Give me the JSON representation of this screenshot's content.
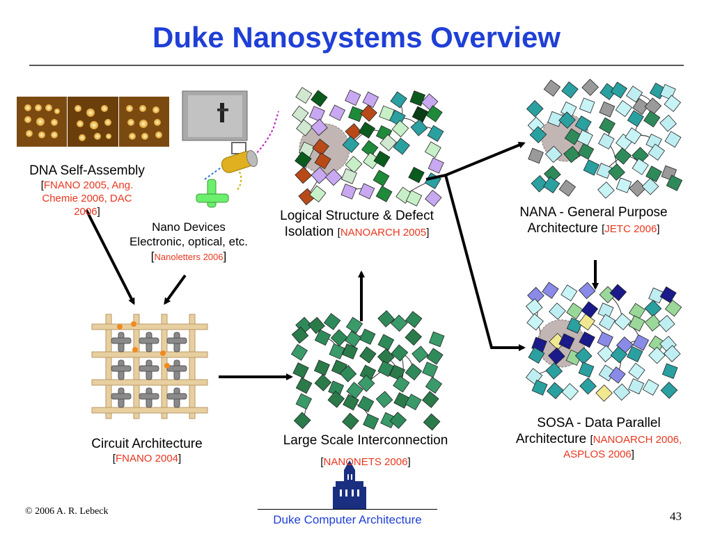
{
  "slide": {
    "title": "Duke Nanosystems Overview",
    "page_number": "43",
    "copyright": "© 2006 A. R. Lebeck",
    "footer": "Duke Computer Architecture"
  },
  "nodes": {
    "dna": {
      "label": "DNA Self-Assembly",
      "ref_open": "[",
      "ref": "FNANO 2005, Ang. Chemie 2006, DAC 2006",
      "ref_close": "]"
    },
    "nano_devices": {
      "line1": "Nano Devices",
      "line2": "Electronic, optical, etc.",
      "ref_open": "[",
      "ref": "Nanoletters 2006",
      "ref_close": "]"
    },
    "circuit": {
      "label": "Circuit Architecture",
      "ref_open": "[",
      "ref": "FNANO 2004",
      "ref_close": "]"
    },
    "logical": {
      "line1": "Logical Structure & Defect",
      "line2": "Isolation",
      "ref_open": "[",
      "ref": "NANOARCH 2005",
      "ref_close": "]"
    },
    "interconnect": {
      "label": "Large Scale Interconnection",
      "ref_open": "[",
      "ref": "NANONETS 2006",
      "ref_close": "]"
    },
    "nana": {
      "line1": "NANA - General Purpose",
      "line2": "Architecture",
      "ref_open": "[",
      "ref": "JETC 2006",
      "ref_close": "]"
    },
    "sosa": {
      "line1": "SOSA - Data Parallel",
      "line2": "Architecture",
      "ref_open": "[",
      "ref": "NANOARCH 2006,",
      "ref2": "ASPLOS 2006",
      "ref_close": "]"
    }
  },
  "colors": {
    "title": "#1f3fd6",
    "reference": "#e8361f",
    "arrow": "#000000"
  }
}
